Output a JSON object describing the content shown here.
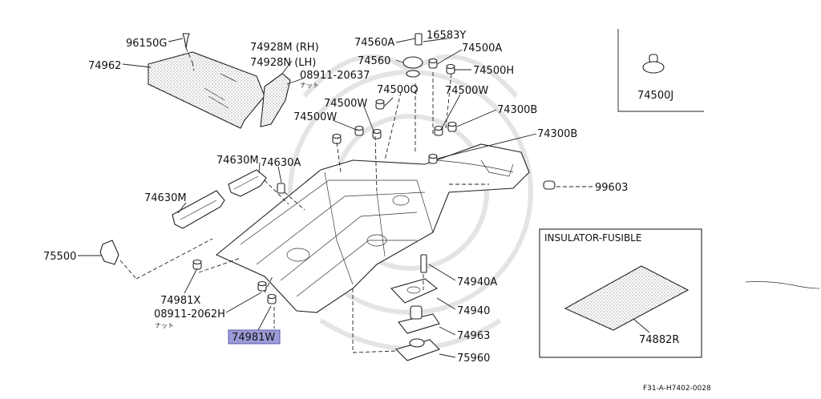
{
  "labels": {
    "p96150G": "96150G",
    "p74962": "74962",
    "p74928M": "74928M (RH)",
    "p74928N": "74928N (LH)",
    "p08911_20637": "08911-20637",
    "nut1": "ナット",
    "p74560A": "74560A",
    "p16583Y": "16583Y",
    "p74560": "74560",
    "p74500A": "74500A",
    "p74500H": "74500H",
    "p74500Q": "74500Q",
    "p74500W_a": "74500W",
    "p74500W_b": "74500W",
    "p74500W_c": "74500W",
    "p74300B_a": "74300B",
    "p74300B_b": "74300B",
    "p74500J": "74500J",
    "p74630M_a": "74630M",
    "p74630A": "74630A",
    "p74630M_b": "74630M",
    "p99603": "99603",
    "p75500": "75500",
    "p74981X": "74981X",
    "p08911_2062H": "08911-2062H",
    "nut2": "ナット",
    "p74981W": "74981W",
    "p74940A": "74940A",
    "p74940": "74940",
    "p74963": "74963",
    "p75960": "75960",
    "inset_title": "INSULATOR-FUSIBLE",
    "p74882R": "74882R",
    "diagram_code": "F31-A-H7402-0028"
  },
  "colors": {
    "highlight": "#9c9cd8",
    "line": "#222222",
    "background": "#ffffff"
  }
}
